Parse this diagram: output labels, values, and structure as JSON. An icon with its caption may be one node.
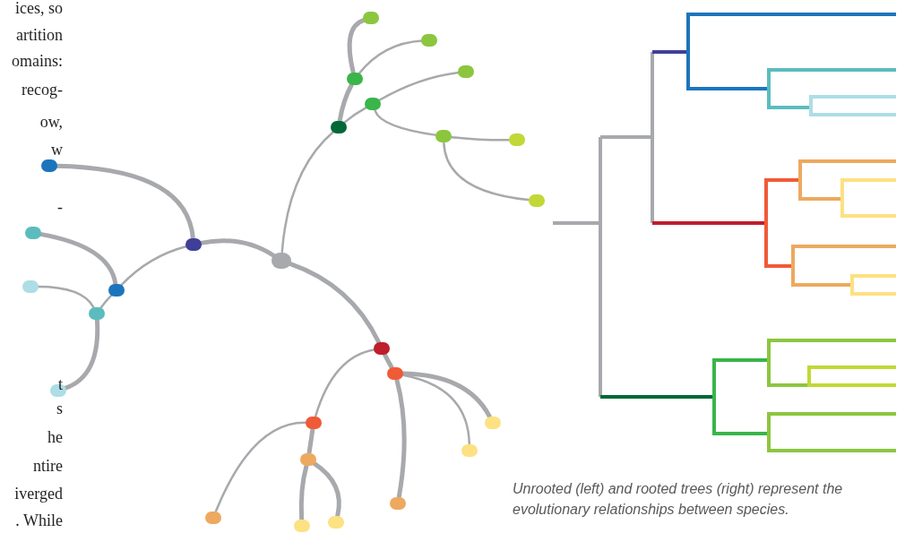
{
  "diagram": {
    "caption": "Unrooted (left) and rooted trees (right) represent the evolutionary relationships between species.",
    "nodes": [
      {
        "text": [],
        "shape": "circle"
      },
      {
        "text": [],
        "shape": "circle"
      },
      {
        "text": [],
        "shape": "circle"
      },
      {
        "text": [],
        "shape": "circle"
      },
      {
        "text": [],
        "shape": "circle"
      },
      {
        "text": [],
        "shape": "circle"
      },
      {
        "text": [],
        "shape": "circle"
      },
      {
        "text": [],
        "shape": "circle"
      },
      {
        "text": [],
        "shape": "circle"
      },
      {
        "text": [],
        "shape": "circle"
      },
      {
        "text": [],
        "shape": "circle"
      },
      {
        "text": [],
        "shape": "circle"
      },
      {
        "text": [],
        "shape": "circle"
      },
      {
        "text": [],
        "shape": "circle"
      },
      {
        "text": [],
        "shape": "circle"
      },
      {
        "text": [],
        "shape": "circle"
      },
      {
        "text": [],
        "shape": "circle"
      },
      {
        "text": [],
        "shape": "circle"
      },
      {
        "text": [],
        "shape": "circle"
      },
      {
        "text": [],
        "shape": "circle"
      },
      {
        "text": [],
        "shape": "circle"
      },
      {
        "text": [],
        "shape": "circle"
      },
      {
        "text": [],
        "shape": "circle"
      },
      {
        "text": [],
        "shape": "circle"
      },
      {
        "text": [],
        "shape": "circle"
      },
      {
        "text": [],
        "shape": "circle"
      },
      {
        "text": [],
        "shape": "circle"
      }
    ],
    "edges": [
      {
        "from": 12,
        "to": 5,
        "arrow": "none"
      },
      {
        "from": 5,
        "to": 3,
        "arrow": "none",
        "style": "thick"
      },
      {
        "from": 3,
        "to": 0,
        "arrow": "none",
        "style": "thick"
      },
      {
        "from": 3,
        "to": 1,
        "arrow": "none"
      },
      {
        "from": 5,
        "to": 4,
        "arrow": "none"
      },
      {
        "from": 4,
        "to": 2,
        "arrow": "none"
      },
      {
        "from": 4,
        "to": 6,
        "arrow": "none"
      },
      {
        "from": 6,
        "to": 7,
        "arrow": "none"
      },
      {
        "from": 6,
        "to": 9,
        "arrow": "none"
      },
      {
        "from": 12,
        "to": 11,
        "arrow": "none",
        "style": "thick"
      },
      {
        "from": 11,
        "to": 8,
        "arrow": "none",
        "style": "thick"
      },
      {
        "from": 11,
        "to": 14,
        "arrow": "none"
      },
      {
        "from": 14,
        "to": 10,
        "arrow": "none",
        "style": "thick"
      },
      {
        "from": 14,
        "to": 15,
        "arrow": "none"
      },
      {
        "from": 15,
        "to": 13,
        "arrow": "none"
      },
      {
        "from": 15,
        "to": 18,
        "arrow": "none",
        "style": "thick"
      },
      {
        "from": 12,
        "to": 16,
        "arrow": "none",
        "style": "thick"
      },
      {
        "from": 16,
        "to": 17,
        "arrow": "none",
        "style": "thick"
      },
      {
        "from": 16,
        "to": 19,
        "arrow": "none"
      },
      {
        "from": 17,
        "to": 23,
        "arrow": "none",
        "style": "thick"
      },
      {
        "from": 17,
        "to": 20,
        "arrow": "none",
        "style": "thick"
      },
      {
        "from": 17,
        "to": 21,
        "arrow": "none"
      },
      {
        "from": 19,
        "to": 22,
        "arrow": "none",
        "style": "thick"
      },
      {
        "from": 19,
        "to": 24,
        "arrow": "none"
      },
      {
        "from": 22,
        "to": 26,
        "arrow": "none",
        "style": "thick"
      },
      {
        "from": 22,
        "to": 25,
        "arrow": "none",
        "style": "thick"
      }
    ],
    "labels": [
      "ices, so",
      "artition",
      "omains:",
      "recog-",
      "ow,",
      "w",
      "-",
      "t",
      "s",
      "he",
      "ntire",
      "iverged",
      ". While"
    ]
  }
}
